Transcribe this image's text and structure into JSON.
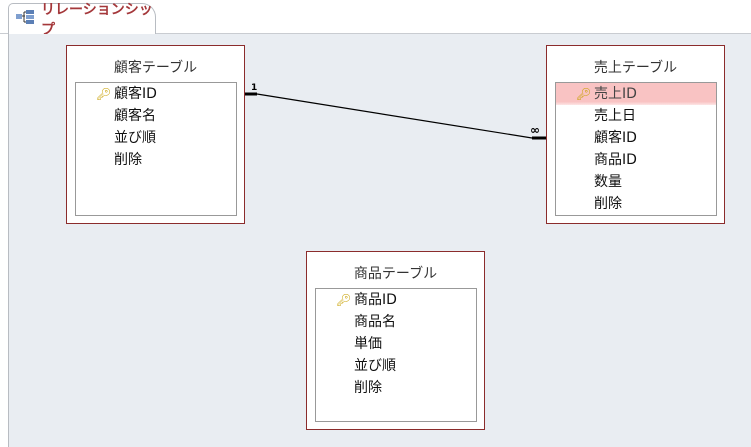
{
  "tab": {
    "label": "リレーションシップ",
    "icon": "relationships-icon"
  },
  "tables": [
    {
      "title": "顧客テーブル",
      "fields": [
        "顧客ID",
        "顧客名",
        "並び順",
        "削除"
      ],
      "primary_key": "顧客ID"
    },
    {
      "title": "売上テーブル",
      "fields": [
        "売上ID",
        "売上日",
        "顧客ID",
        "商品ID",
        "数量",
        "削除"
      ],
      "primary_key": "売上ID",
      "selected": "売上ID"
    },
    {
      "title": "商品テーブル",
      "fields": [
        "商品ID",
        "商品名",
        "単価",
        "並び順",
        "削除"
      ],
      "primary_key": "商品ID"
    }
  ],
  "relationship": {
    "one": "1",
    "many": "∞"
  }
}
